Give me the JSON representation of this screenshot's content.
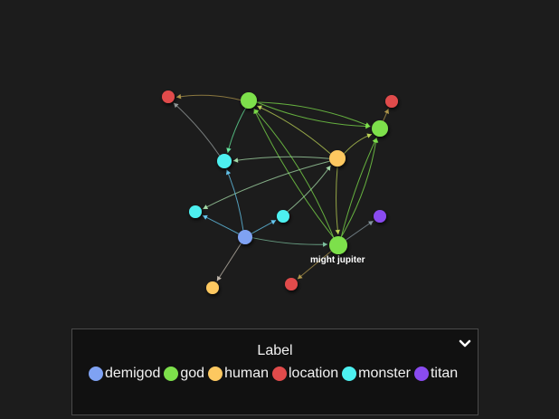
{
  "graph": {
    "node_label": "might jupiter"
  },
  "legend": {
    "title": "Label",
    "toggle_icon": "chevron-down-icon",
    "items": [
      {
        "label": "demigod",
        "color": "#7fa2f3"
      },
      {
        "label": "god",
        "color": "#7de04b"
      },
      {
        "label": "human",
        "color": "#fdc860"
      },
      {
        "label": "location",
        "color": "#e04b4b"
      },
      {
        "label": "monster",
        "color": "#4df0f0"
      },
      {
        "label": "titan",
        "color": "#8a4bf0"
      }
    ]
  },
  "colors": {
    "background": "#1c1c1c",
    "panel": "#111111",
    "panel_border": "#4a4a4a"
  }
}
